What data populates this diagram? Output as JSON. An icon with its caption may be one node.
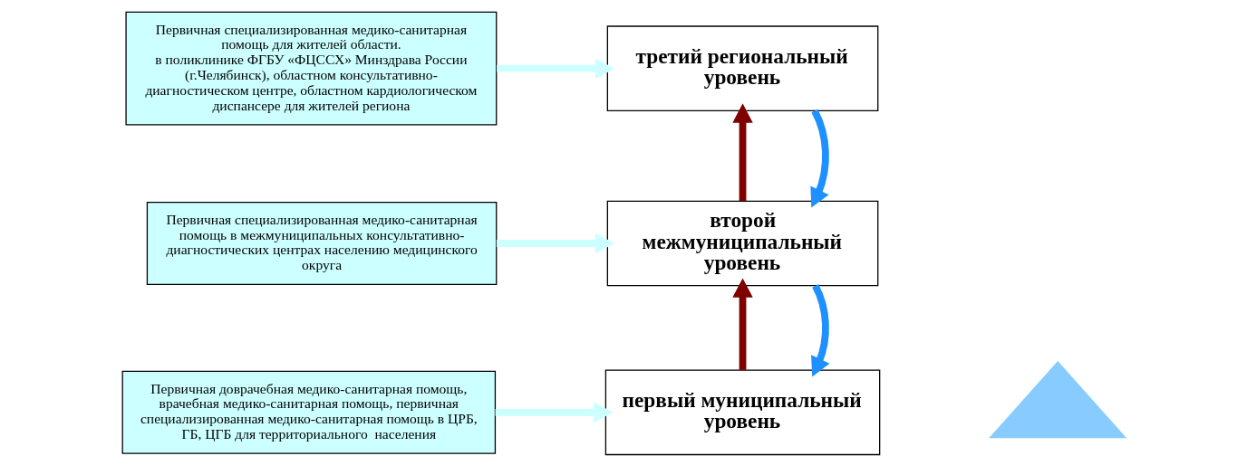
{
  "diagram": {
    "nodes": [
      {
        "text": [
          "Первичная специализированная медико-санитарная помощь для жителей области.",
          "в поликлинике ФГБУ «ФЦССХ» Минздрава России (г.Челябинск), областном консультативно-диагностическом центре, областном кардиологическом диспансере для жителей региона"
        ]
      },
      {
        "text": [
          "Первичная специализированная медико-санитарная помощь в межмуниципальных консультативно-диагностических центрах населению медицинского округа"
        ]
      },
      {
        "text": [
          "Первичная доврачебная медико-санитарная помощь, врачебная медико-санитарная помощь, первичная специализированная медико-санитарная помощь в ЦРБ, ГБ, ЦГБ для территориального  населения"
        ]
      },
      {
        "text": [
          "третий региональный уровень"
        ]
      },
      {
        "text": [
          "второй межмуниципальный уровень"
        ]
      },
      {
        "text": [
          "первый муниципальный уровень"
        ]
      },
      {
        "text": [],
        "shape": "triangle"
      }
    ],
    "edges": [
      {
        "from": 0,
        "to": 3,
        "arrow": "to",
        "color": "#ccffff"
      },
      {
        "from": 1,
        "to": 4,
        "arrow": "to",
        "color": "#ccffff"
      },
      {
        "from": 2,
        "to": 5,
        "arrow": "to",
        "color": "#ccffff"
      },
      {
        "from": 5,
        "to": 4,
        "arrow": "to",
        "color": "#7f0000"
      },
      {
        "from": 4,
        "to": 3,
        "arrow": "to",
        "color": "#7f0000"
      },
      {
        "from": 3,
        "to": 4,
        "arrow": "to",
        "color": "#1e90ff"
      },
      {
        "from": 4,
        "to": 5,
        "arrow": "to",
        "color": "#1e90ff"
      }
    ]
  }
}
